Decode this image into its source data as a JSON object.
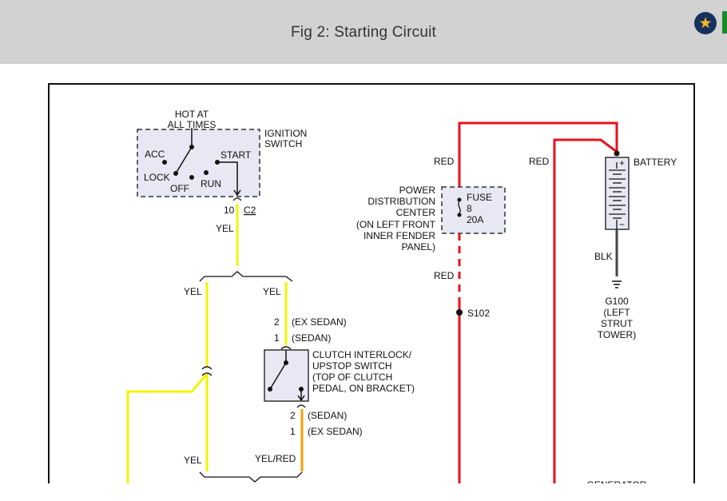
{
  "header": {
    "title": "Fig 2: Starting Circuit",
    "favorite_icon": "star-icon",
    "colors": {
      "bar": "#d2d2d2",
      "star": "#f4b728",
      "star_bg": "#16315c",
      "tab": "#1a8a2e"
    }
  },
  "wire_colors": {
    "red": "#e8121c",
    "yel": "#f3f300",
    "yel_red": "#f2a100",
    "blk": "#333333"
  },
  "ignition_switch": {
    "hot_label": [
      "HOT AT",
      "ALL TIMES"
    ],
    "title": [
      "IGNITION",
      "SWITCH"
    ],
    "positions": {
      "acc": "ACC",
      "lock": "LOCK",
      "off": "OFF",
      "run": "RUN",
      "start": "START"
    },
    "pin": "10",
    "connector": "C2"
  },
  "wires": {
    "yel_main": "YEL",
    "yel_left": "YEL",
    "yel_right": "YEL",
    "yel_bottom": "YEL",
    "yel_red": "YEL/RED",
    "red_left": "RED",
    "red_right": "RED",
    "red_lower": "RED",
    "blk": "BLK"
  },
  "power_distribution": {
    "label": [
      "POWER",
      "DISTRIBUTION",
      "CENTER",
      "(ON LEFT FRONT",
      "INNER FENDER",
      "PANEL)"
    ],
    "fuse": [
      "FUSE",
      "8",
      "20A"
    ]
  },
  "splice": "S102",
  "battery": {
    "label": "BATTERY",
    "plus": "+",
    "minus": "−"
  },
  "ground": {
    "label": [
      "G100",
      "(LEFT",
      "STRUT",
      "TOWER)"
    ]
  },
  "clutch_switch": {
    "label": [
      "CLUTCH INTERLOCK/",
      "UPSTOP SWITCH",
      "(TOP OF CLUTCH",
      "PEDAL, ON BRACKET)"
    ],
    "top_pins": [
      {
        "pin": "2",
        "variant": "(EX SEDAN)"
      },
      {
        "pin": "1",
        "variant": "(SEDAN)"
      }
    ],
    "bottom_pins": [
      {
        "pin": "2",
        "variant": "(SEDAN)"
      },
      {
        "pin": "1",
        "variant": "(EX SEDAN)"
      }
    ]
  },
  "generator_label": "GENERATOR"
}
